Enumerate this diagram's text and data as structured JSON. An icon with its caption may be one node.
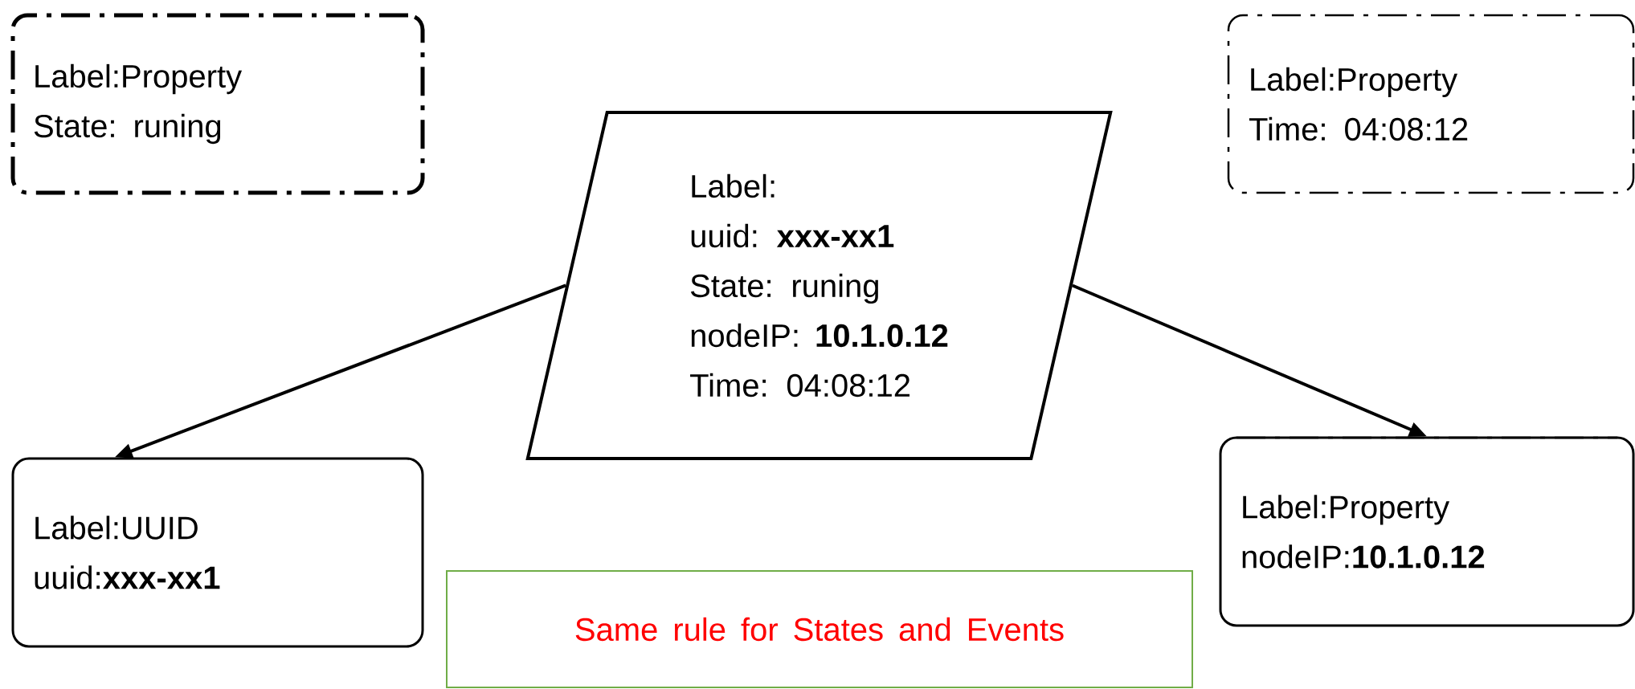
{
  "diagram": {
    "nodes": [
      {
        "text": [
          "Label:Property",
          "State: runing"
        ]
      },
      {
        "text": [
          "Label:Property",
          "Time: 04:08:12"
        ]
      },
      {
        "text": [
          "Label:",
          "uuid: **xxx-xx1**",
          "State: runing",
          "nodeIP: **10.1.0.12**",
          "Time: 04:08:12"
        ]
      },
      {
        "text": [
          "Label:UUID",
          "uuid:**xxx-xx1**"
        ]
      },
      {
        "text": [
          "Label:Property",
          "nodeIP:**10.1.0.12**"
        ]
      },
      {
        "text": [
          "Same rule for States and Events"
        ]
      }
    ],
    "edges": [
      {
        "from": 2,
        "to": 3,
        "arrow": "to"
      },
      {
        "from": 2,
        "to": 4,
        "arrow": "to"
      }
    ]
  }
}
